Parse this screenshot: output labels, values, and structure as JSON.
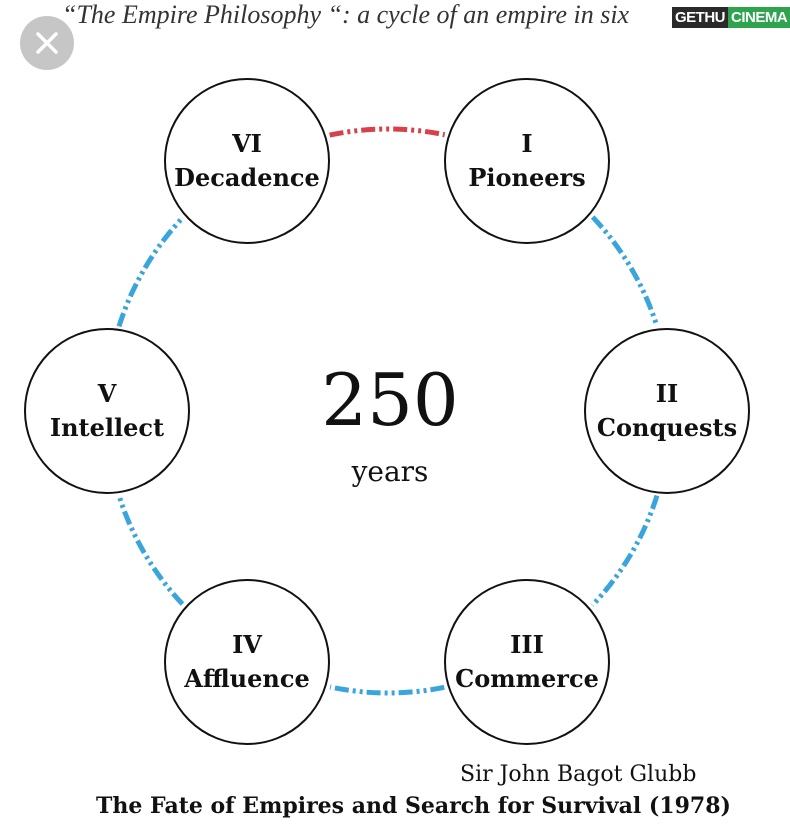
{
  "header": {
    "caption": "“The Empire Philosophy “: a cycle of an empire in six",
    "close_icon": "close-icon"
  },
  "watermark": {
    "part1": "GETHU",
    "part2": "CINEMA"
  },
  "diagram": {
    "center_value": "250",
    "center_unit": "years",
    "stages": [
      {
        "numeral": "I",
        "label": "Pioneers"
      },
      {
        "numeral": "II",
        "label": "Conquests"
      },
      {
        "numeral": "III",
        "label": "Commerce"
      },
      {
        "numeral": "IV",
        "label": "Affluence"
      },
      {
        "numeral": "V",
        "label": "Intellect"
      },
      {
        "numeral": "VI",
        "label": "Decadence"
      }
    ],
    "colors": {
      "cycle_link": "#3aa5dc",
      "decline_link": "#d9414a"
    }
  },
  "credits": {
    "author": "Sir John Bagot Glubb",
    "book": "The Fate of Empires and Search for Survival (1978)"
  }
}
